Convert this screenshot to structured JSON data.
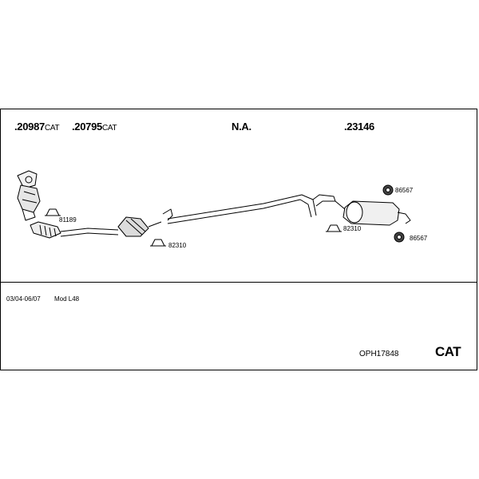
{
  "parts": [
    {
      "number": ".20987",
      "suffix": "CAT"
    },
    {
      "number": ".20795",
      "suffix": "CAT"
    },
    {
      "number": "N.A.",
      "suffix": ""
    },
    {
      "number": ".23146",
      "suffix": ""
    }
  ],
  "components": {
    "clamp_front": "81189",
    "clamp_mid": "82310",
    "clamp_rear": "82310",
    "hanger_top": "86567",
    "hanger_bottom": "86567"
  },
  "info": {
    "dates": "03/04-06/07",
    "model": "Mod L48"
  },
  "kit_code": "OPH17848",
  "type_label": "CAT"
}
